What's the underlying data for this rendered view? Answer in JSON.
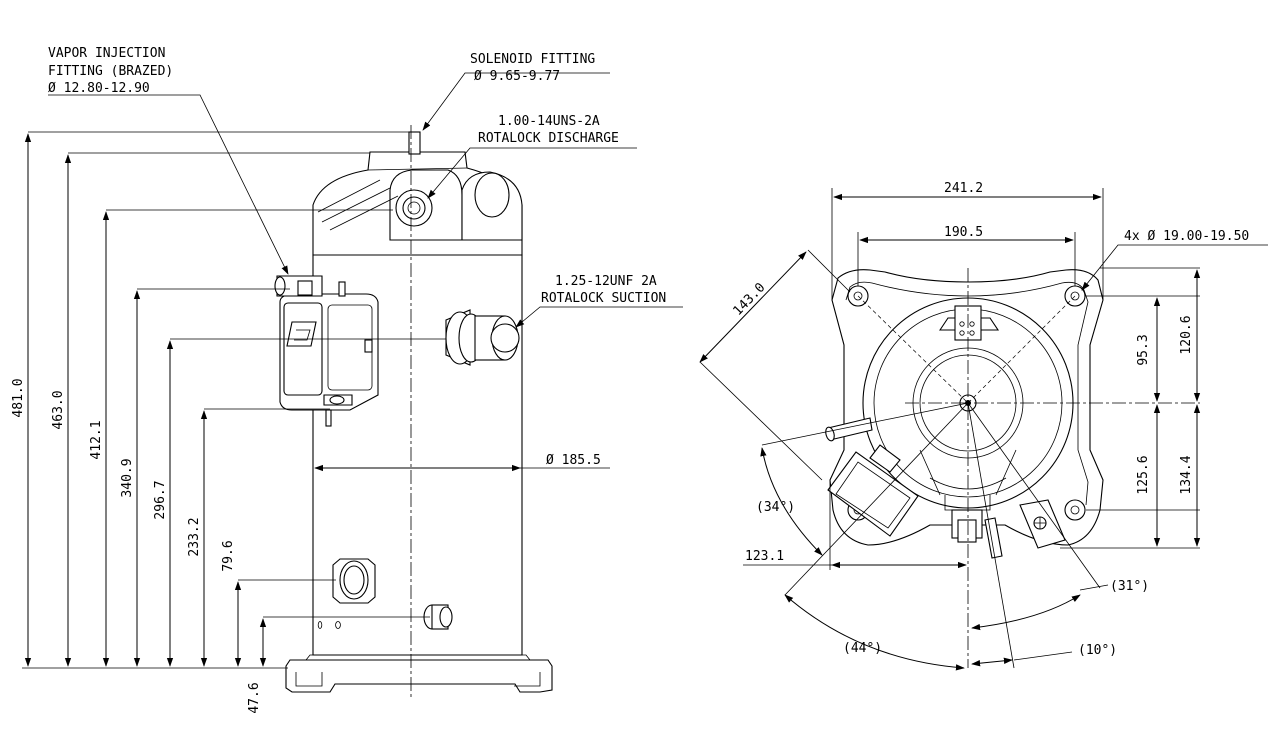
{
  "side_view": {
    "callouts": {
      "vapor_injection": [
        "VAPOR INJECTION",
        "FITTING (BRAZED)",
        "Ø 12.80-12.90"
      ],
      "solenoid": [
        "SOLENOID FITTING",
        "Ø 9.65-9.77"
      ],
      "discharge": [
        "1.00-14UNS-2A",
        "ROTALOCK DISCHARGE"
      ],
      "suction": [
        "1.25-12UNF 2A",
        "ROTALOCK SUCTION"
      ]
    },
    "diameter": "Ø 185.5",
    "heights": [
      "481.0",
      "463.0",
      "412.1",
      "340.9",
      "296.7",
      "233.2",
      "79.6",
      "47.6"
    ]
  },
  "top_view": {
    "overall_width": "241.2",
    "hole_spacing": "190.5",
    "holes": "4x  Ø 19.00-19.50",
    "diagonal": "143.0",
    "right_dims": [
      "95.3",
      "120.6",
      "125.6",
      "134.4"
    ],
    "left_offset": "123.1",
    "angles": [
      "(34°)",
      "(31°)",
      "(44°)",
      "(10°)"
    ]
  }
}
